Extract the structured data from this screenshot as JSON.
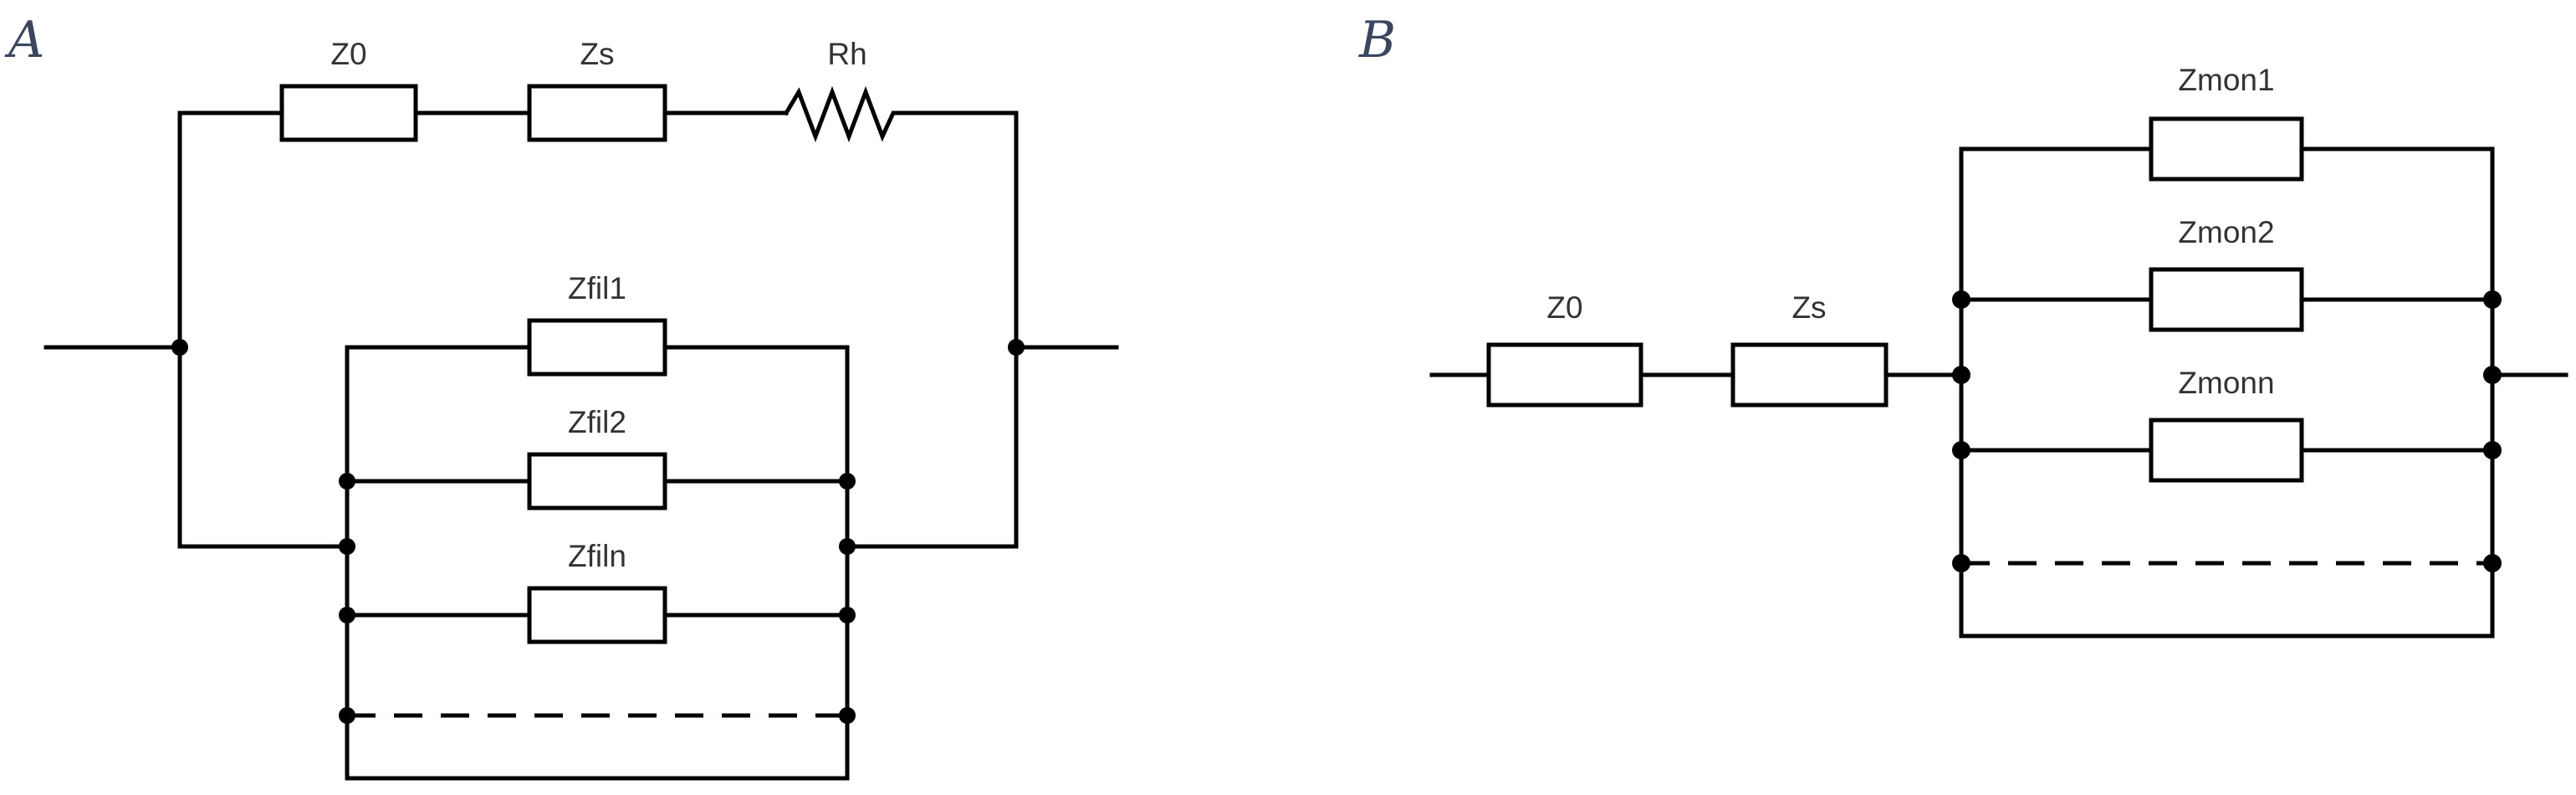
{
  "panel_a": {
    "letter": "A",
    "components": {
      "z0": "Z0",
      "zs": "Zs",
      "rh": "Rh",
      "zfil1": "Zfil1",
      "zfil2": "Zfil2",
      "zfiln": "Zfiln"
    }
  },
  "panel_b": {
    "letter": "B",
    "components": {
      "z0": "Z0",
      "zs": "Zs",
      "zmon1": "Zmon1",
      "zmon2": "Zmon2",
      "zmonn": "Zmonn"
    }
  },
  "colors": {
    "wire": "#000000",
    "label": "#333333",
    "panel_letter": "#3a4660"
  }
}
